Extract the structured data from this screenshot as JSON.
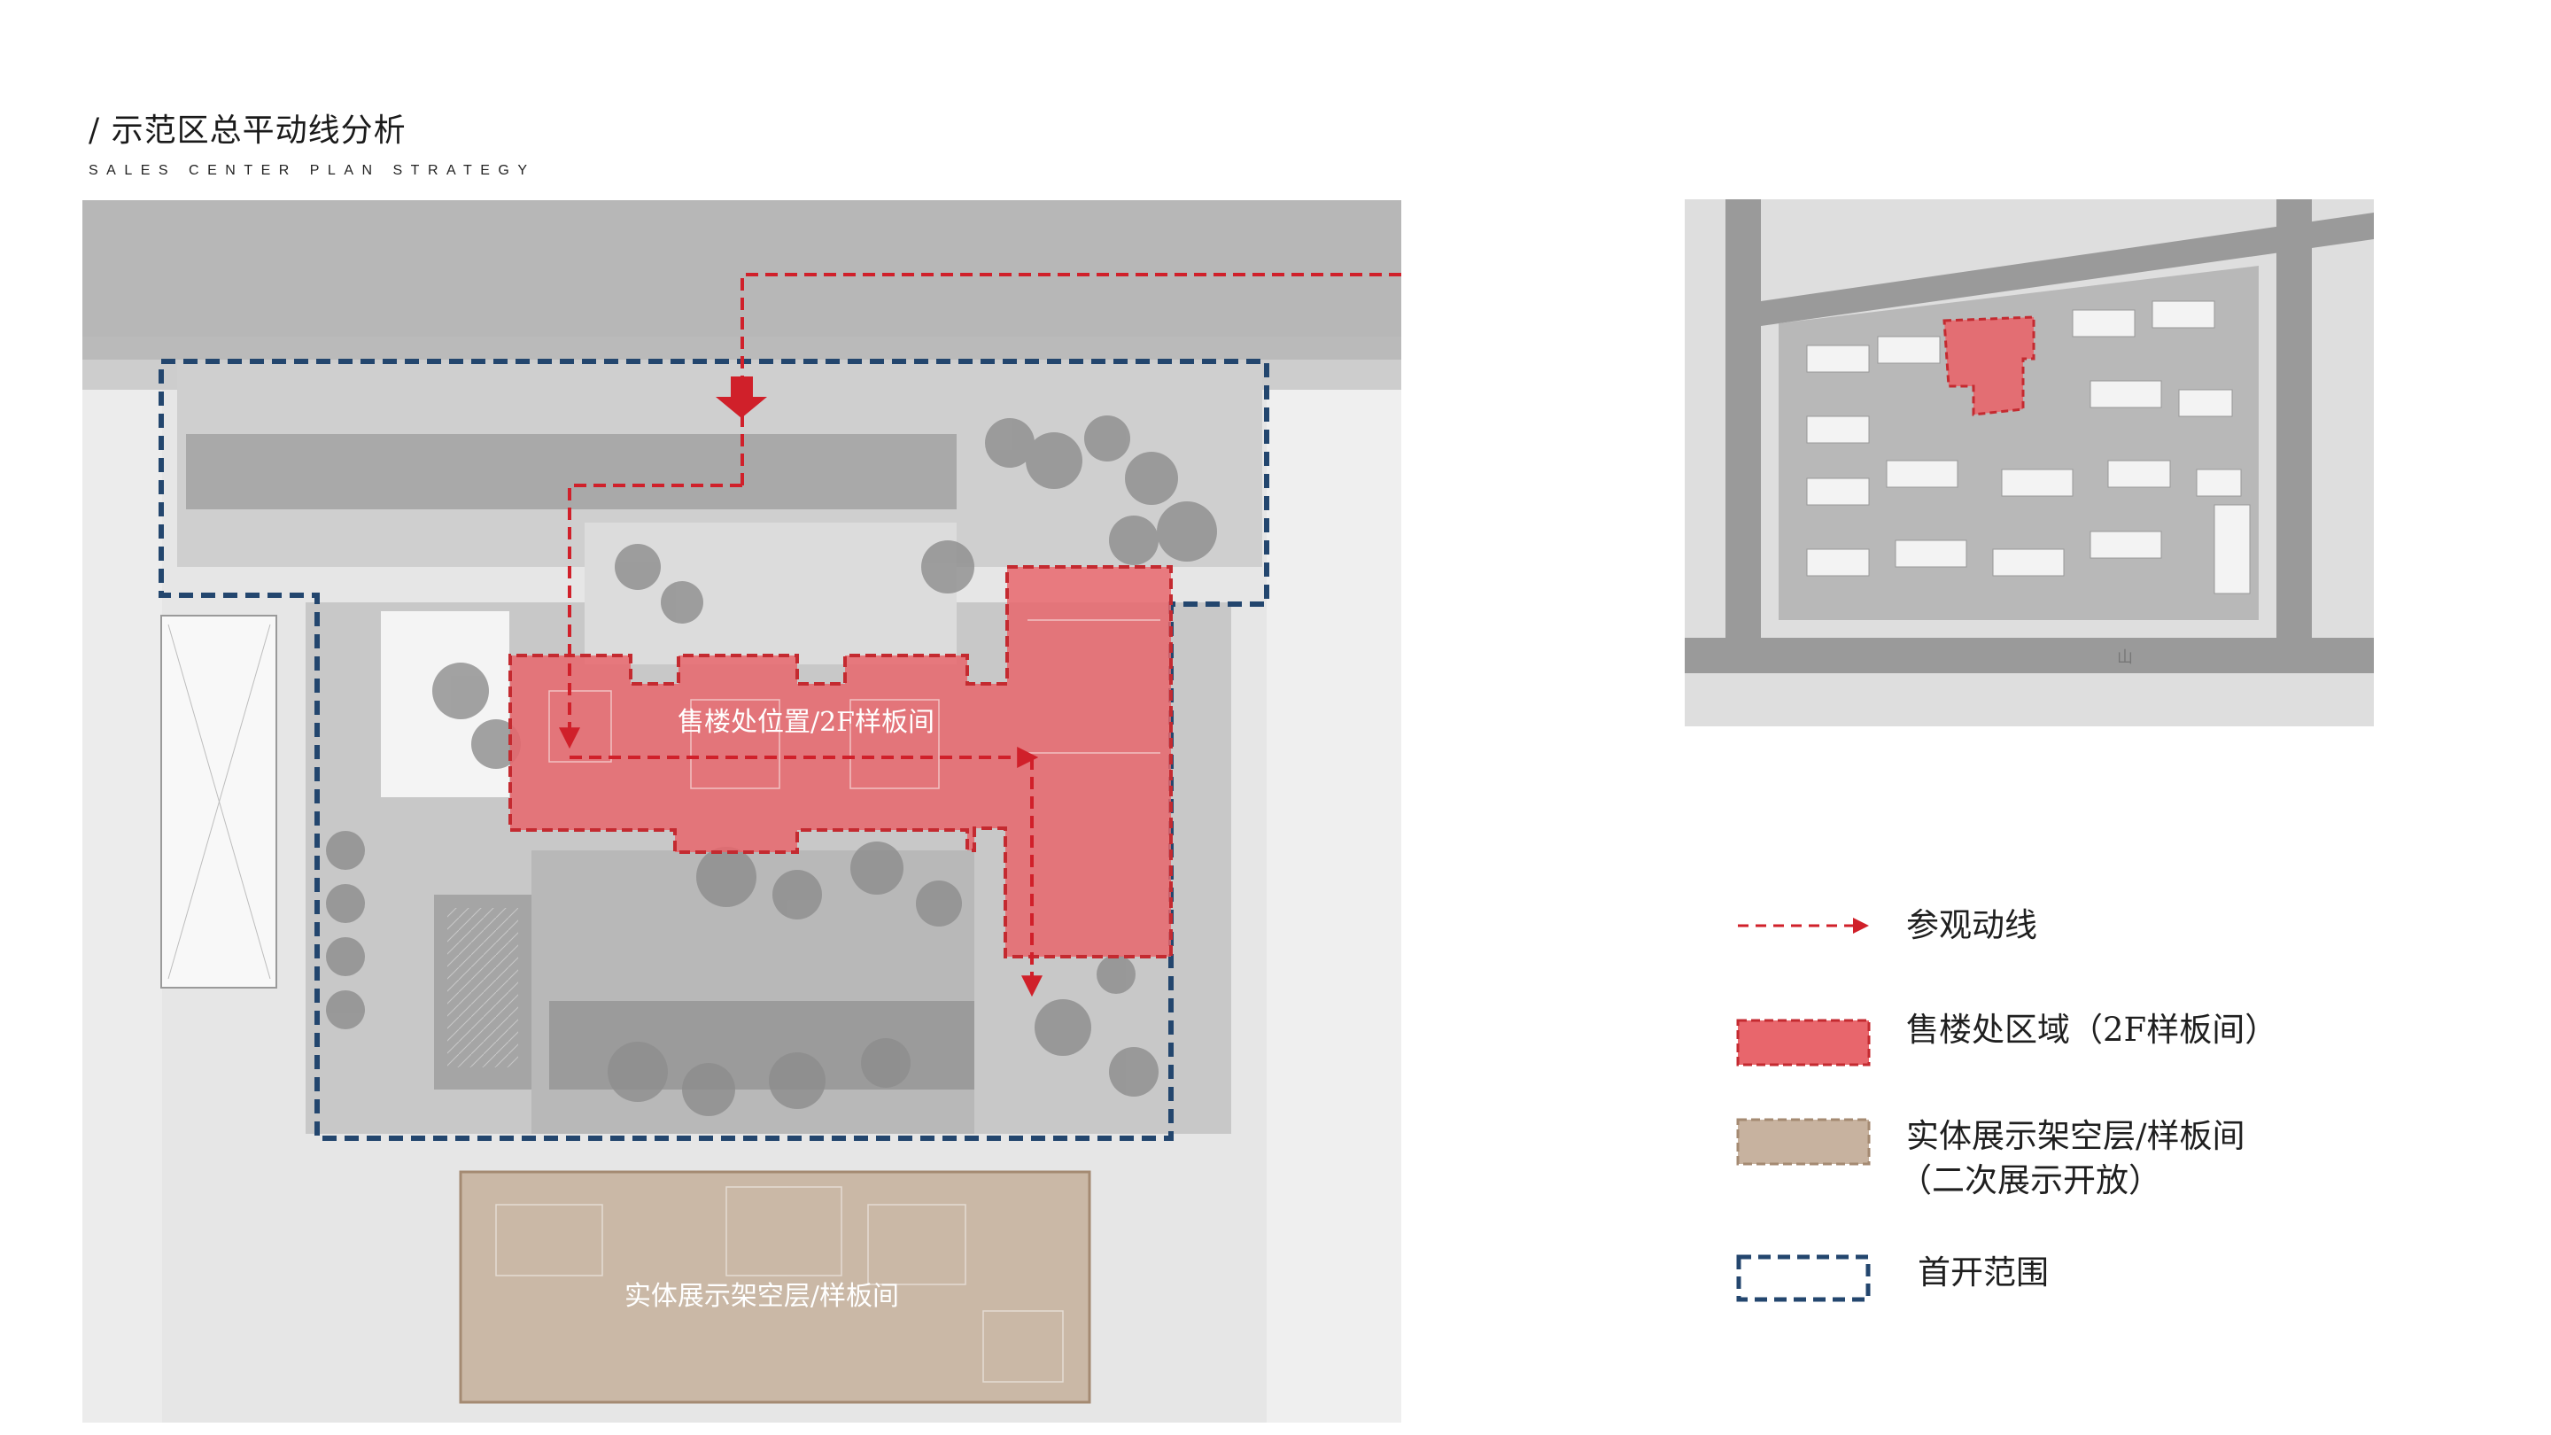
{
  "header": {
    "title": "/ 示范区总平动线分析",
    "subtitle": "SALES CENTER PLAN STRATEGY"
  },
  "plan": {
    "sales_label": "售楼处位置/2F样板间",
    "showroom_label": "实体展示架空层/样板间"
  },
  "keymap": {
    "road_label": "山"
  },
  "legend": {
    "route": "参观动线",
    "sales_area": "售楼处区域（2F样板间）",
    "showroom_line1": "实体展示架空层/样板间",
    "showroom_line2": "（二次展示开放）",
    "first_phase": "首开范围"
  },
  "colors": {
    "route_red": "#d0202a",
    "sales_fill": "#e8666c",
    "sales_border": "#c42a30",
    "showroom_fill": "#c7b29f",
    "showroom_border": "#a48a72",
    "scope_blue": "#23466e",
    "plan_bg": "#d7d7d7",
    "road": "#9a9a9a"
  }
}
